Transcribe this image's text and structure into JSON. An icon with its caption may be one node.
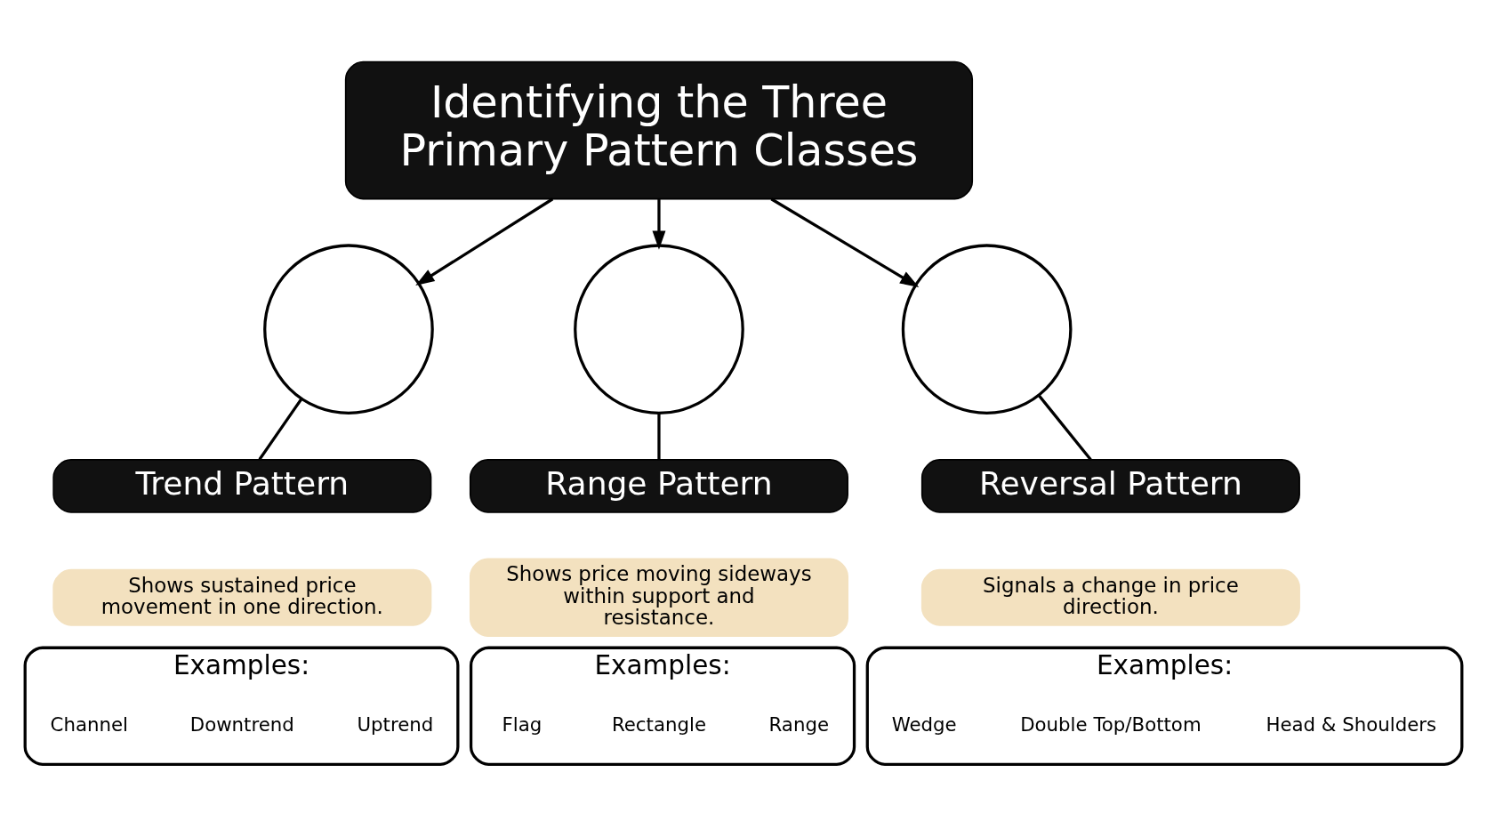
{
  "diagram": {
    "nodes": [
      {
        "text": [
          "Identifying the Three Primary Pattern Classes"
        ]
      },
      {
        "text": [],
        "shape": "circle"
      },
      {
        "text": [],
        "shape": "circle"
      },
      {
        "text": [],
        "shape": "circle"
      },
      {
        "text": [
          "Trend Pattern"
        ]
      },
      {
        "text": [
          "Shows sustained price movement in one direction."
        ]
      },
      {
        "text": [
          "Range Pattern"
        ]
      },
      {
        "text": [
          "Shows price moving sideways within support and resistance."
        ]
      },
      {
        "text": [
          "Reversal Pattern"
        ]
      },
      {
        "text": [
          "Signals a change in price direction."
        ]
      },
      {
        "text": [
          "Examples:"
        ]
      },
      {
        "text": [
          "Uptrend"
        ],
        "in": 10
      },
      {
        "text": [
          "Downtrend"
        ],
        "in": 10
      },
      {
        "text": [
          "Channel"
        ],
        "in": 10
      },
      {
        "text": [
          "Examples:"
        ]
      },
      {
        "text": [
          "Range"
        ],
        "in": 14
      },
      {
        "text": [
          "Rectangle"
        ],
        "in": 14
      },
      {
        "text": [
          "Flag"
        ],
        "in": 14
      },
      {
        "text": [
          "Examples:"
        ]
      },
      {
        "text": [
          "Head & Shoulders"
        ],
        "in": 18
      },
      {
        "text": [
          "Double Top/Bottom"
        ],
        "in": 18
      },
      {
        "text": [
          "Wedge"
        ],
        "in": 18
      }
    ],
    "edges": [
      {
        "from": 0,
        "to": 1,
        "arrow": "to"
      },
      {
        "from": 0,
        "to": 2,
        "arrow": "to"
      },
      {
        "from": 0,
        "to": 3,
        "arrow": "to"
      },
      {
        "from": 1,
        "to": 4,
        "arrow": "none"
      },
      {
        "from": 2,
        "to": 6,
        "arrow": "none"
      },
      {
        "from": 3,
        "to": 8,
        "arrow": "none"
      }
    ]
  }
}
